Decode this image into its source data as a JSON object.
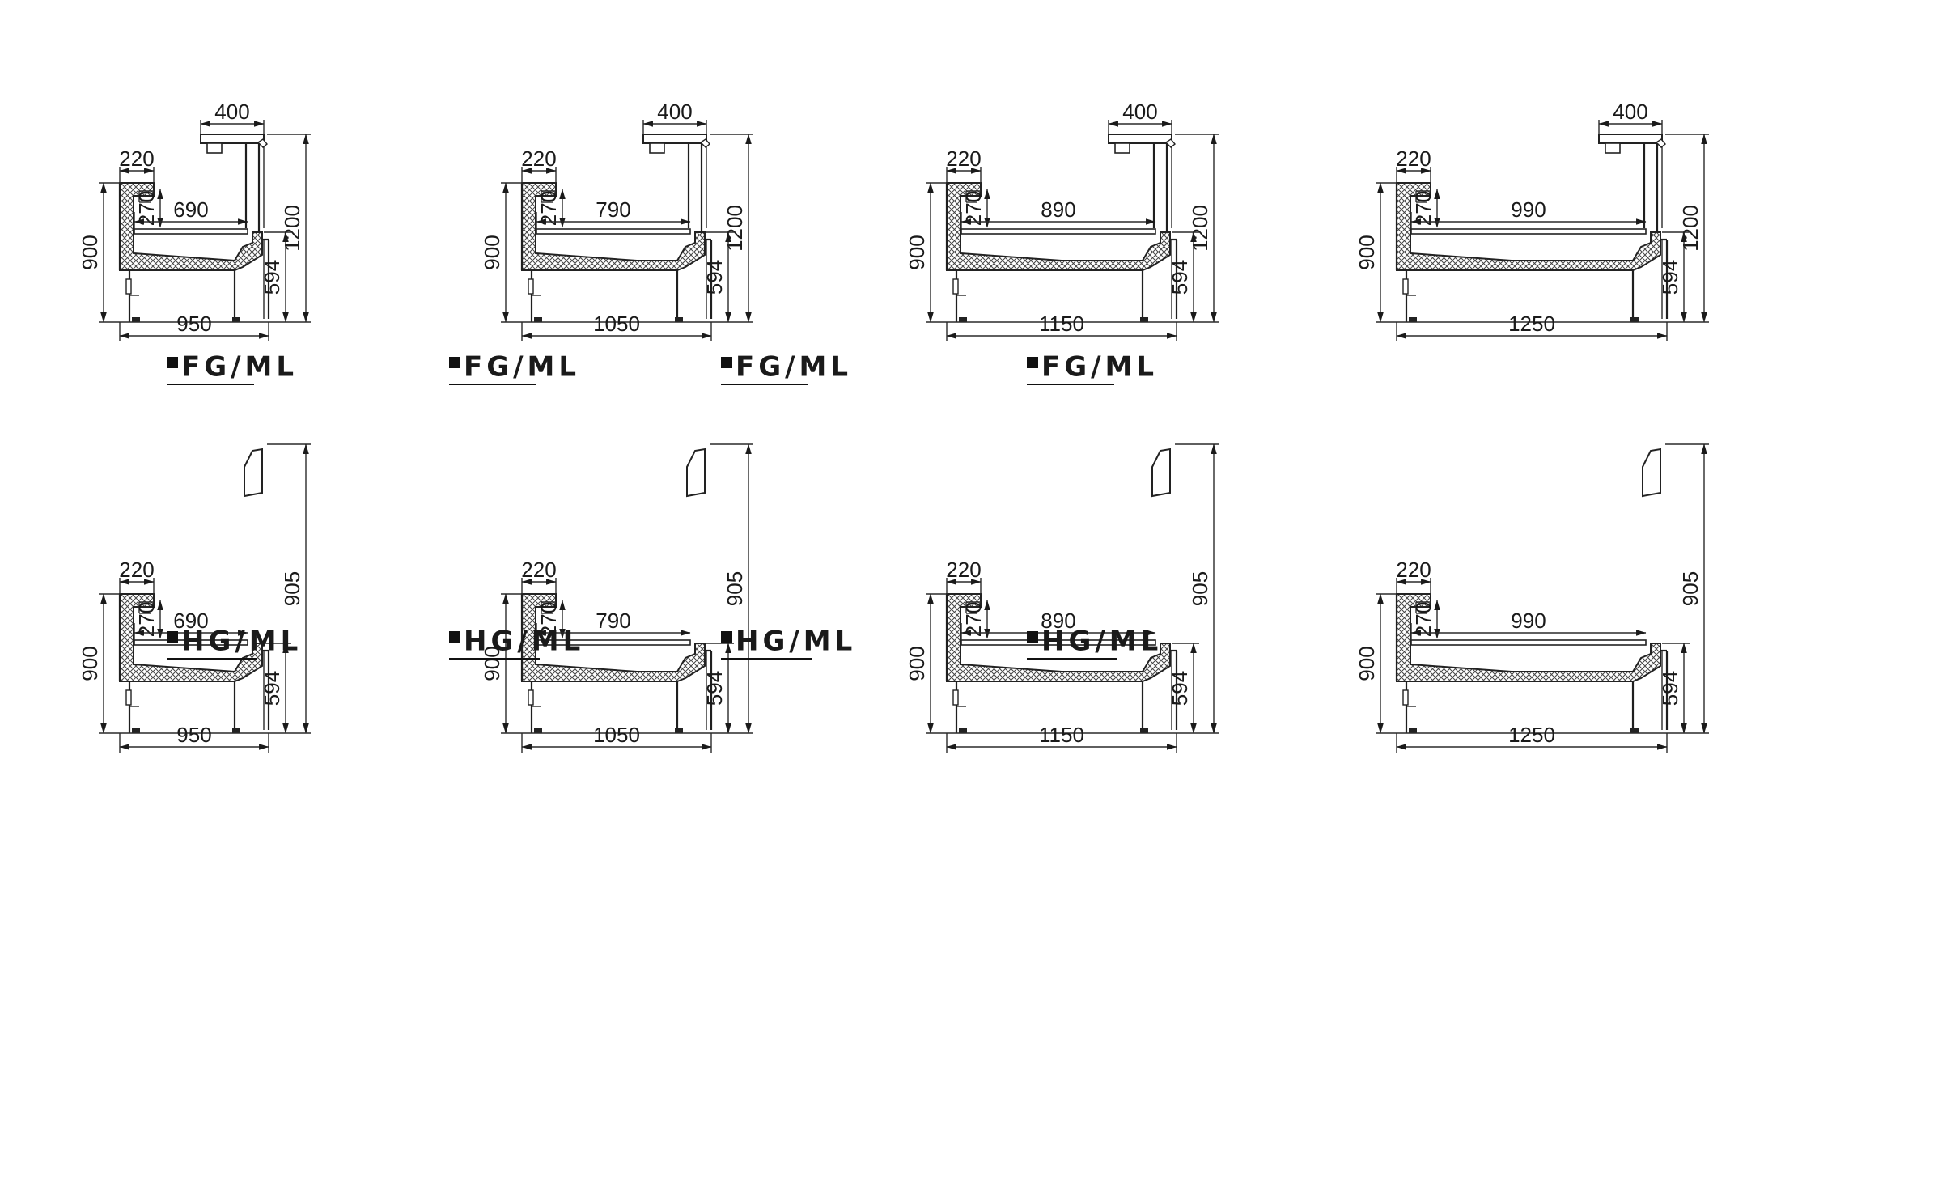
{
  "colors": {
    "ink": "#1a1a1a",
    "background": "#ffffff"
  },
  "rows": [
    {
      "variant": "FG",
      "label": "FG/ML",
      "units": [
        {
          "canopy_width": "400",
          "top_depth": "220",
          "gap": "270",
          "shelf_depth": "690",
          "height_counter": "900",
          "height_base": "594",
          "height_total": "1200",
          "width_total": "950"
        },
        {
          "canopy_width": "400",
          "top_depth": "220",
          "gap": "270",
          "shelf_depth": "790",
          "height_counter": "900",
          "height_base": "594",
          "height_total": "1200",
          "width_total": "1050"
        },
        {
          "canopy_width": "400",
          "top_depth": "220",
          "gap": "270",
          "shelf_depth": "890",
          "height_counter": "900",
          "height_base": "594",
          "height_total": "1200",
          "width_total": "1150"
        },
        {
          "canopy_width": "400",
          "top_depth": "220",
          "gap": "270",
          "shelf_depth": "990",
          "height_counter": "900",
          "height_base": "594",
          "height_total": "1200",
          "width_total": "1250"
        }
      ]
    },
    {
      "variant": "HG",
      "label": "HG/ML",
      "units": [
        {
          "top_depth": "220",
          "gap": "270",
          "shelf_depth": "690",
          "height_counter": "900",
          "height_base": "594",
          "height_total": "905",
          "width_total": "950"
        },
        {
          "top_depth": "220",
          "gap": "270",
          "shelf_depth": "790",
          "height_counter": "900",
          "height_base": "594",
          "height_total": "905",
          "width_total": "1050"
        },
        {
          "top_depth": "220",
          "gap": "270",
          "shelf_depth": "890",
          "height_counter": "900",
          "height_base": "594",
          "height_total": "905",
          "width_total": "1150"
        },
        {
          "top_depth": "220",
          "gap": "270",
          "shelf_depth": "990",
          "height_counter": "900",
          "height_base": "594",
          "height_total": "905",
          "width_total": "1250"
        }
      ]
    }
  ]
}
